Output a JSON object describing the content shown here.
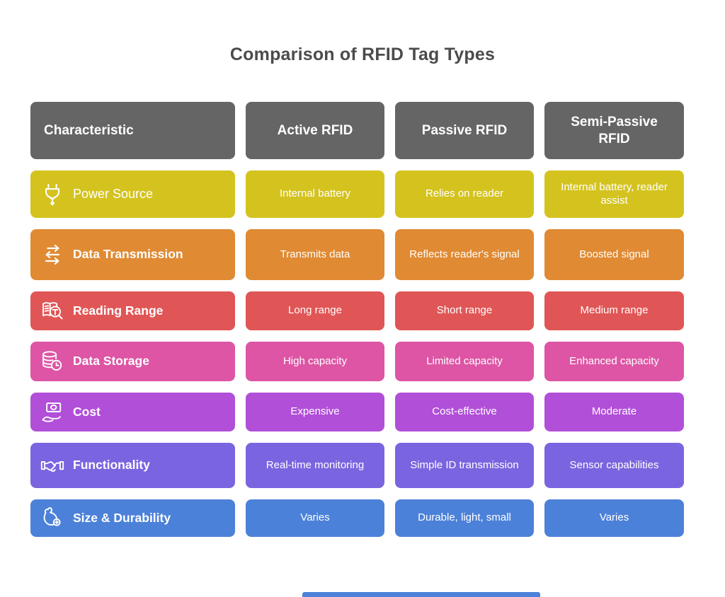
{
  "title": "Comparison of RFID Tag Types",
  "colors": {
    "title_text": "#4b4b4b",
    "header_bg": "#656565",
    "cell_text": "#ffffff",
    "footer_bar": "#4c81d9"
  },
  "headers": [
    "Characteristic",
    "Active RFID",
    "Passive RFID",
    "Semi-Passive RFID"
  ],
  "rows": [
    {
      "characteristic": "Power Source",
      "icon": "power-plug-icon",
      "color": "#d4c31f",
      "cells": [
        "Internal battery",
        "Relies on reader",
        "Internal battery, reader assist"
      ]
    },
    {
      "characteristic": "Data Transmission",
      "icon": "transfer-arrows-icon",
      "color": "#e08a33",
      "cells": [
        "Transmits data",
        "Reflects reader's signal",
        "Boosted signal"
      ]
    },
    {
      "characteristic": "Reading Range",
      "icon": "book-magnifier-icon",
      "color": "#e05656",
      "cells": [
        "Long range",
        "Short range",
        "Medium range"
      ]
    },
    {
      "characteristic": "Data Storage",
      "icon": "database-clock-icon",
      "color": "#dd55a4",
      "cells": [
        "High capacity",
        "Limited capacity",
        "Enhanced capacity"
      ]
    },
    {
      "characteristic": "Cost",
      "icon": "money-hand-icon",
      "color": "#b14fd8",
      "cells": [
        "Expensive",
        "Cost-effective",
        "Moderate"
      ]
    },
    {
      "characteristic": "Functionality",
      "icon": "handshake-icon",
      "color": "#7b64e0",
      "cells": [
        "Real-time monitoring",
        "Simple ID transmission",
        "Sensor capabilities"
      ]
    },
    {
      "characteristic": "Size & Durability",
      "icon": "muscle-arm-icon",
      "color": "#4c81d9",
      "cells": [
        "Varies",
        "Durable, light, small",
        "Varies"
      ]
    }
  ]
}
